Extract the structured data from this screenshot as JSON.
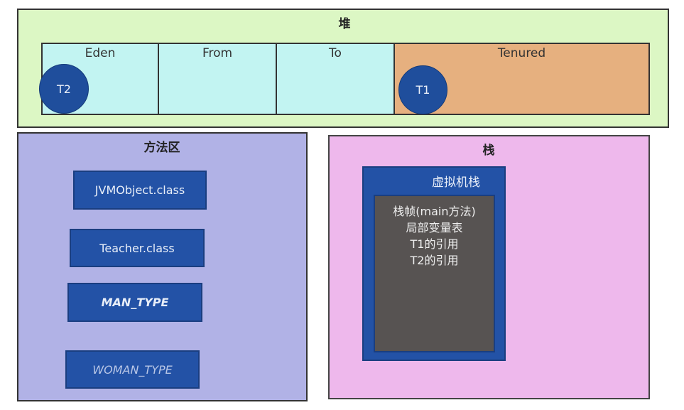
{
  "heap": {
    "title": "堆",
    "regions": [
      "Eden",
      "From",
      "To",
      "Tenured"
    ],
    "objects": [
      "T2",
      "T1"
    ]
  },
  "method_area": {
    "title": "方法区",
    "items": [
      "JVMObject.class",
      "Teacher.class",
      "MAN_TYPE",
      "WOMAN_TYPE"
    ]
  },
  "stack": {
    "title": "栈",
    "vm_stack": {
      "title": "虚拟机栈",
      "frame_lines": [
        "栈帧(main方法)",
        "局部变量表",
        "T1的引用",
        "T2的引用"
      ]
    }
  },
  "colors": {
    "heap": "#dcf7c4",
    "young": "#c2f4f2",
    "tenured": "#e6b07f",
    "object": "#1f4e9c",
    "method_area": "#b1b2e6",
    "stack": "#eeb8ec",
    "frame": "#575352"
  }
}
